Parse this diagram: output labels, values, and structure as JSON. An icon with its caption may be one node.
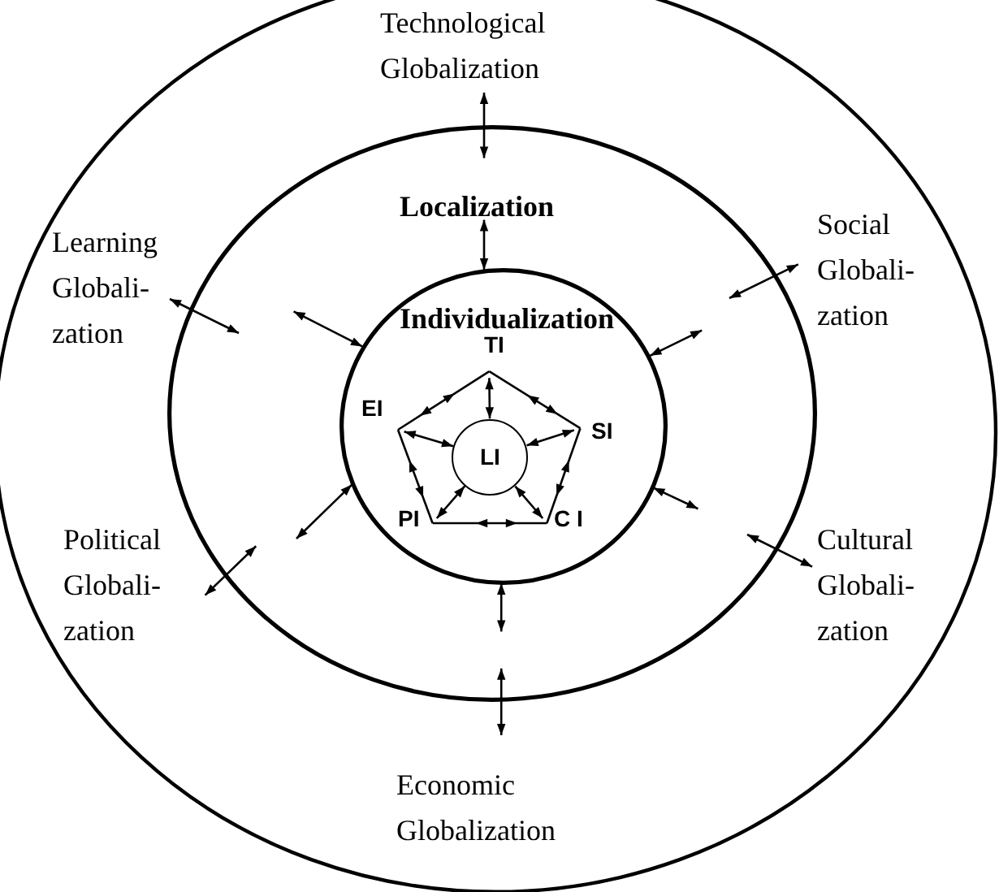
{
  "diagram": {
    "nodes": [
      {
        "text": [],
        "shape": "ellipse"
      },
      {
        "text": [
          "Technological Globalization"
        ],
        "in": 0
      },
      {
        "text": [
          "Localization"
        ],
        "in": 0
      },
      {
        "text": [
          "Social Globali- zation"
        ],
        "in": 0
      },
      {
        "text": [
          "Learning Globali- zation"
        ],
        "in": 0
      },
      {
        "text": [
          "Individualization"
        ],
        "in": 2
      },
      {
        "text": [
          "TI"
        ],
        "in": 5
      },
      {
        "text": [
          "EI"
        ],
        "in": 5
      },
      {
        "text": [
          "SI"
        ],
        "in": 5
      },
      {
        "text": [
          "LI"
        ],
        "in": 5
      },
      {
        "text": [
          "PI"
        ],
        "in": 5
      },
      {
        "text": [
          "C I"
        ],
        "in": 5
      },
      {
        "text": [
          "Political Globali- zation"
        ],
        "in": 0
      },
      {
        "text": [
          "Cultural Globali- zation"
        ],
        "in": 0
      },
      {
        "text": [
          "Economic Globalization"
        ],
        "in": 0
      }
    ],
    "edges": [
      {
        "from": 1,
        "to": 2,
        "arrow": "both"
      },
      {
        "from": 2,
        "to": 5,
        "arrow": "both"
      },
      {
        "from": 4,
        "to": 2,
        "arrow": "both"
      },
      {
        "from": 3,
        "to": 2,
        "arrow": "both"
      },
      {
        "from": 2,
        "to": 5,
        "arrow": "both"
      },
      {
        "from": 2,
        "to": 5,
        "arrow": "both"
      },
      {
        "from": 2,
        "to": 5,
        "arrow": "both"
      },
      {
        "from": 2,
        "to": 5,
        "arrow": "both"
      },
      {
        "from": 12,
        "to": 2,
        "arrow": "both"
      },
      {
        "from": 13,
        "to": 2,
        "arrow": "both"
      },
      {
        "from": 2,
        "to": 5,
        "arrow": "both"
      },
      {
        "from": 14,
        "to": 2,
        "arrow": "both"
      },
      {
        "from": 6,
        "to": 7,
        "arrow": "both"
      },
      {
        "from": 6,
        "to": 8,
        "arrow": "both"
      },
      {
        "from": 7,
        "to": 10,
        "arrow": "both"
      },
      {
        "from": 10,
        "to": 11,
        "arrow": "both"
      },
      {
        "from": 11,
        "to": 8,
        "arrow": "both"
      },
      {
        "from": 6,
        "to": 9,
        "arrow": "both"
      },
      {
        "from": 7,
        "to": 9,
        "arrow": "both"
      },
      {
        "from": 8,
        "to": 9,
        "arrow": "both"
      },
      {
        "from": 10,
        "to": 9,
        "arrow": "both"
      },
      {
        "from": 11,
        "to": 9,
        "arrow": "both"
      }
    ]
  }
}
